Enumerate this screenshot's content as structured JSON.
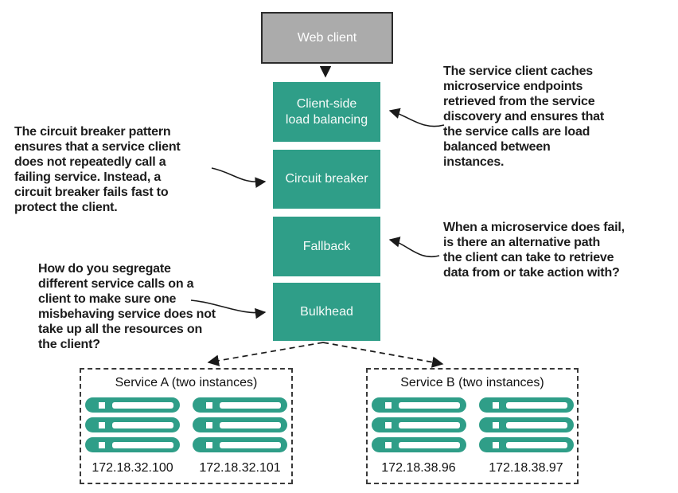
{
  "colors": {
    "accent_teal": "#2f9e88",
    "web_client_gray": "#ababab",
    "line_black": "#1a1a1a"
  },
  "flow": {
    "web_client": "Web client",
    "boxes": [
      {
        "id": "client-side-load-balancing",
        "label": "Client-side\nload balancing"
      },
      {
        "id": "circuit-breaker",
        "label": "Circuit breaker"
      },
      {
        "id": "fallback",
        "label": "Fallback"
      },
      {
        "id": "bulkhead",
        "label": "Bulkhead"
      }
    ]
  },
  "annotations": [
    {
      "id": "load-balancing-note",
      "text": "The service client caches\nmicroservice endpoints\nretrieved from the service\ndiscovery and ensures that\nthe service calls are load\nbalanced between\ninstances."
    },
    {
      "id": "circuit-breaker-note",
      "text": "The circuit breaker pattern\nensures that a service client\ndoes not repeatedly call a\nfailing service. Instead, a\ncircuit breaker fails fast to\nprotect the client."
    },
    {
      "id": "fallback-note",
      "text": "When a microservice does fail,\nis there an alternative path\nthe client can take to retrieve\ndata from or take action with?"
    },
    {
      "id": "bulkhead-note",
      "text": "How do you segregate\ndifferent service calls on a\nclient to make sure one\nmisbehaving service does not\ntake up all the resources on\nthe client?"
    }
  ],
  "services": [
    {
      "title": "Service A (two instances)",
      "instances": [
        {
          "ip": "172.18.32.100"
        },
        {
          "ip": "172.18.32.101"
        }
      ]
    },
    {
      "title": "Service B (two instances)",
      "instances": [
        {
          "ip": "172.18.38.96"
        },
        {
          "ip": "172.18.38.97"
        }
      ]
    }
  ]
}
